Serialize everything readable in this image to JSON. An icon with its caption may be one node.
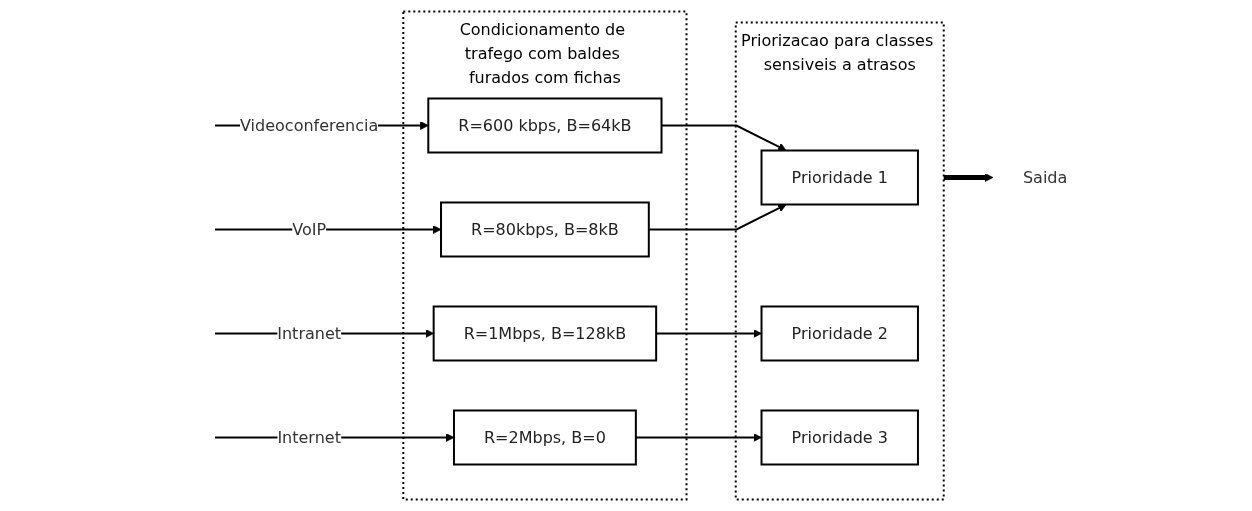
{
  "diagram": {
    "nodes": [
      {
        "text": [
          "Condicionamento de trafego com baldes furados com fichas"
        ]
      },
      {
        "text": [
          "R=600 kbps, B=64kB"
        ],
        "in": 0
      },
      {
        "text": [
          "R=80kbps, B=8kB"
        ],
        "in": 0
      },
      {
        "text": [
          "R=1Mbps, B=128kB"
        ],
        "in": 0
      },
      {
        "text": [
          "R=2Mbps, B=0"
        ],
        "in": 0
      },
      {
        "text": [
          "Priorizacao para classes sensiveis a atrasos"
        ]
      },
      {
        "text": [
          "Prioridade 1"
        ],
        "in": 5
      },
      {
        "text": [
          "Prioridade 2"
        ],
        "in": 5
      },
      {
        "text": [
          "Prioridade 3"
        ],
        "in": 5
      },
      {
        "text": [
          "Saida"
        ]
      }
    ],
    "edges": [
      {
        "from": null,
        "to": 1,
        "arrow": "to",
        "label": "Videoconferencia"
      },
      {
        "from": null,
        "to": 2,
        "arrow": "to",
        "label": "VoIP"
      },
      {
        "from": null,
        "to": 3,
        "arrow": "to",
        "label": "Intranet"
      },
      {
        "from": null,
        "to": 4,
        "arrow": "to",
        "label": "Internet"
      },
      {
        "from": 1,
        "to": 6,
        "arrow": "to"
      },
      {
        "from": 2,
        "to": 6,
        "arrow": "to"
      },
      {
        "from": 3,
        "to": 7,
        "arrow": "to"
      },
      {
        "from": 4,
        "to": 8,
        "arrow": "to"
      },
      {
        "from": 5,
        "to": 9,
        "arrow": "to",
        "style": "thick"
      }
    ]
  }
}
